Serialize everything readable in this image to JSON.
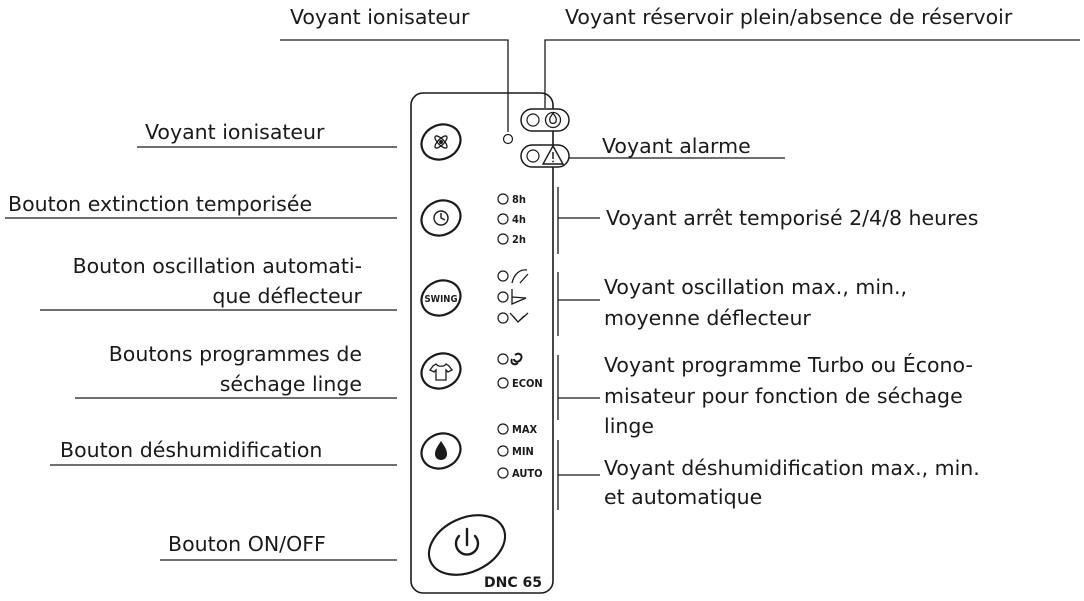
{
  "labels": {
    "ioniser_top": "Voyant ionisateur",
    "tank_full": "Voyant réservoir plein/absence de réservoir",
    "ioniser_left": "Voyant ionisateur",
    "alarm": "Voyant alarme",
    "timer_button": "Bouton extinction temporisée",
    "timer_indicator": "Voyant arrêt temporisé 2/4/8 heures",
    "swing_button_line1": "Bouton oscillation automati-",
    "swing_button_line2": "que déflecteur",
    "swing_indicator_line1": "Voyant oscillation max., min.,",
    "swing_indicator_line2": "moyenne déflecteur",
    "laundry_button_line1": "Boutons programmes de",
    "laundry_button_line2": "séchage linge",
    "laundry_indicator_line1": "Voyant programme Turbo ou Écono-",
    "laundry_indicator_line2": "misateur pour fonction de séchage",
    "laundry_indicator_line3": "linge",
    "dehum_button": "Bouton déshumidification",
    "dehum_indicator_line1": "Voyant déshumidification max., min.",
    "dehum_indicator_line2": "et automatique",
    "onoff_button": "Bouton ON/OFF"
  },
  "panel": {
    "swing_text": "SWING",
    "timer_leds": [
      "8h",
      "4h",
      "2h"
    ],
    "laundry_leds": [
      "ECON"
    ],
    "dehum_leds": [
      "MAX",
      "MIN",
      "AUTO"
    ],
    "model": "DNC 65"
  },
  "icons": {
    "ioniser": "ioniser-icon",
    "tank": "water-tank-icon",
    "alarm": "warning-triangle-icon",
    "timer": "clock-icon",
    "laundry": "tshirt-icon",
    "dehum": "water-drop-icon",
    "power": "power-icon",
    "turbo": "turbo-icon"
  }
}
